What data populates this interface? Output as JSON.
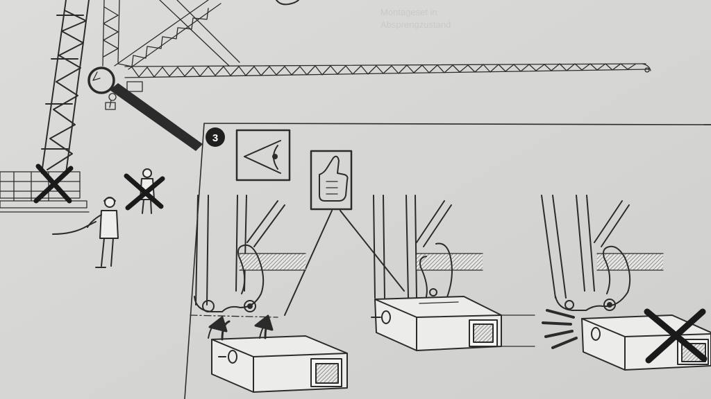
{
  "step": {
    "number": "3"
  },
  "background_text": {
    "line1": "Montageset in",
    "line2": "Absprengzustand"
  },
  "icons": {
    "inspect": "eye-icon",
    "approve": "thumbs-up-icon"
  },
  "panels": [
    {
      "name": "incorrect-position-panel",
      "status": "arrows"
    },
    {
      "name": "correct-position-panel",
      "status": "ok"
    },
    {
      "name": "fault-position-panel",
      "status": "forbidden"
    }
  ],
  "colors": {
    "paper": "#d9d9d7",
    "ink": "#2b2b2b",
    "badge": "#1f1f1f",
    "shading": "#8a8a88"
  }
}
